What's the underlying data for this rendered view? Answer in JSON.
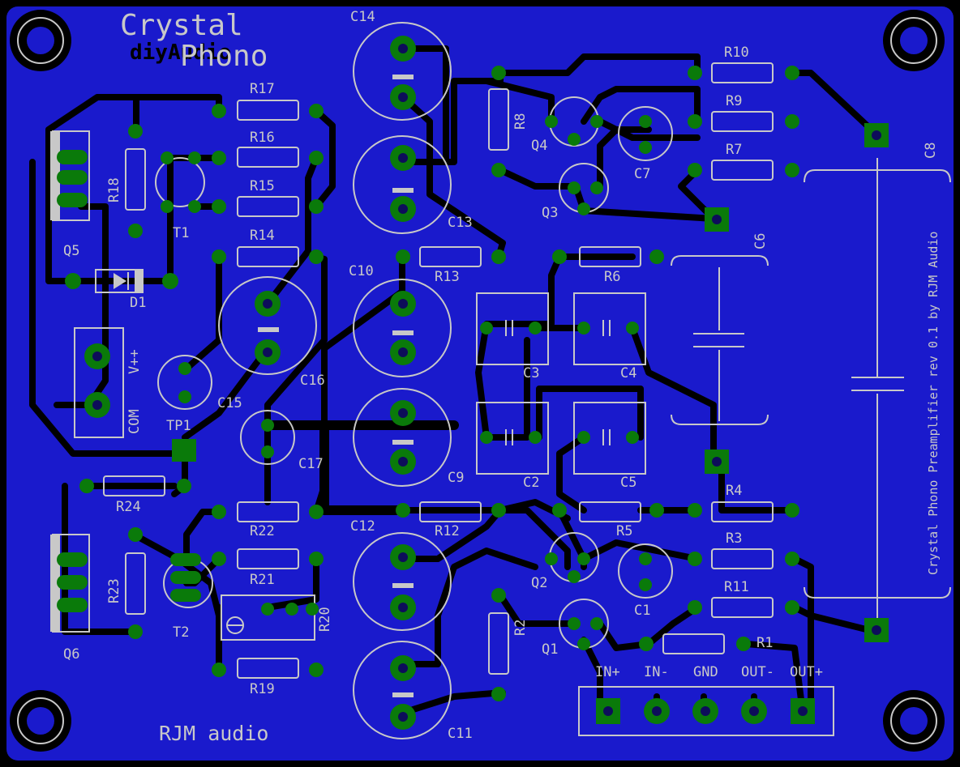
{
  "board": {
    "title_line1": "Crystal",
    "title_line2": "Phono",
    "logo_text": "diyAudio",
    "brand": "RJM audio",
    "vertical_note": "Crystal Phono Preamplifier rev 0.1 by RJM Audio",
    "colors": {
      "board": "#1a1acc",
      "copper": "#000000",
      "pad": "#0a7a0a",
      "silk": "#c8c8c8"
    }
  },
  "resistors": {
    "r1": "R1",
    "r2": "R2",
    "r3": "R3",
    "r4": "R4",
    "r5": "R5",
    "r6": "R6",
    "r7": "R7",
    "r8": "R8",
    "r9": "R9",
    "r10": "R10",
    "r11": "R11",
    "r12": "R12",
    "r13": "R13",
    "r14": "R14",
    "r15": "R15",
    "r16": "R16",
    "r17": "R17",
    "r18": "R18",
    "r19": "R19",
    "r20": "R20",
    "r21": "R21",
    "r22": "R22",
    "r23": "R23",
    "r24": "R24"
  },
  "capacitors": {
    "c1": "C1",
    "c2": "C2",
    "c3": "C3",
    "c4": "C4",
    "c5": "C5",
    "c6": "C6",
    "c7": "C7",
    "c8": "C8",
    "c9": "C9",
    "c10": "C10",
    "c11": "C11",
    "c12": "C12",
    "c13": "C13",
    "c14": "C14",
    "c15": "C15",
    "c16": "C16",
    "c17": "C17"
  },
  "semis": {
    "q1": "Q1",
    "q2": "Q2",
    "q3": "Q3",
    "q4": "Q4",
    "q5": "Q5",
    "q6": "Q6",
    "t1": "T1",
    "t2": "T2",
    "d1": "D1",
    "tp1": "TP1"
  },
  "connectors": {
    "power_vpp": "V++",
    "power_com": "COM",
    "io": [
      "IN+",
      "IN-",
      "GND",
      "OUT-",
      "OUT+"
    ]
  }
}
